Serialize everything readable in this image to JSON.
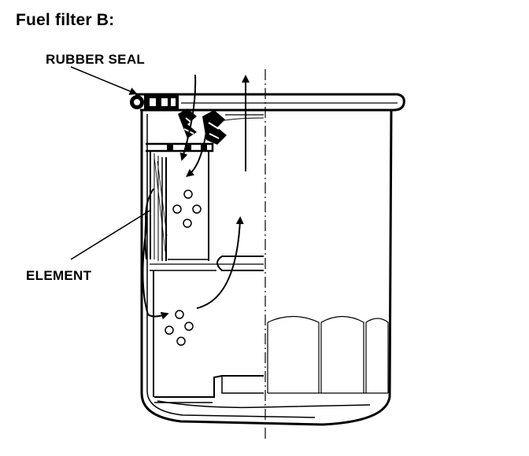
{
  "title": "Fuel filter B:",
  "labels": {
    "rubber_seal": "RUBBER SEAL",
    "element": "ELEMENT"
  }
}
